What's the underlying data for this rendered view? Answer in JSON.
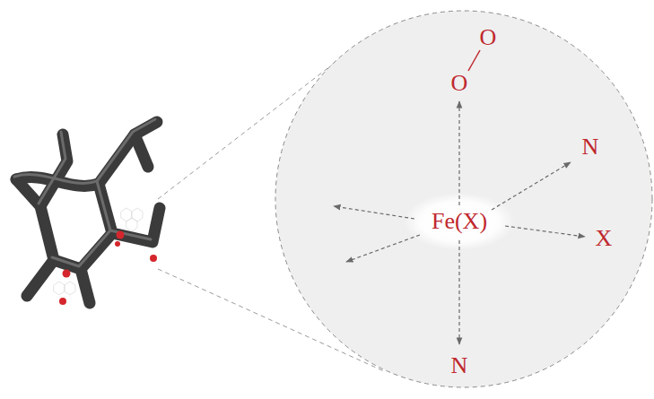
{
  "diagram": {
    "nodes": [
      {
        "text": [
          "Fe(X)"
        ]
      }
    ],
    "labels": [
      "O",
      "O",
      "N",
      "X",
      "N"
    ]
  }
}
